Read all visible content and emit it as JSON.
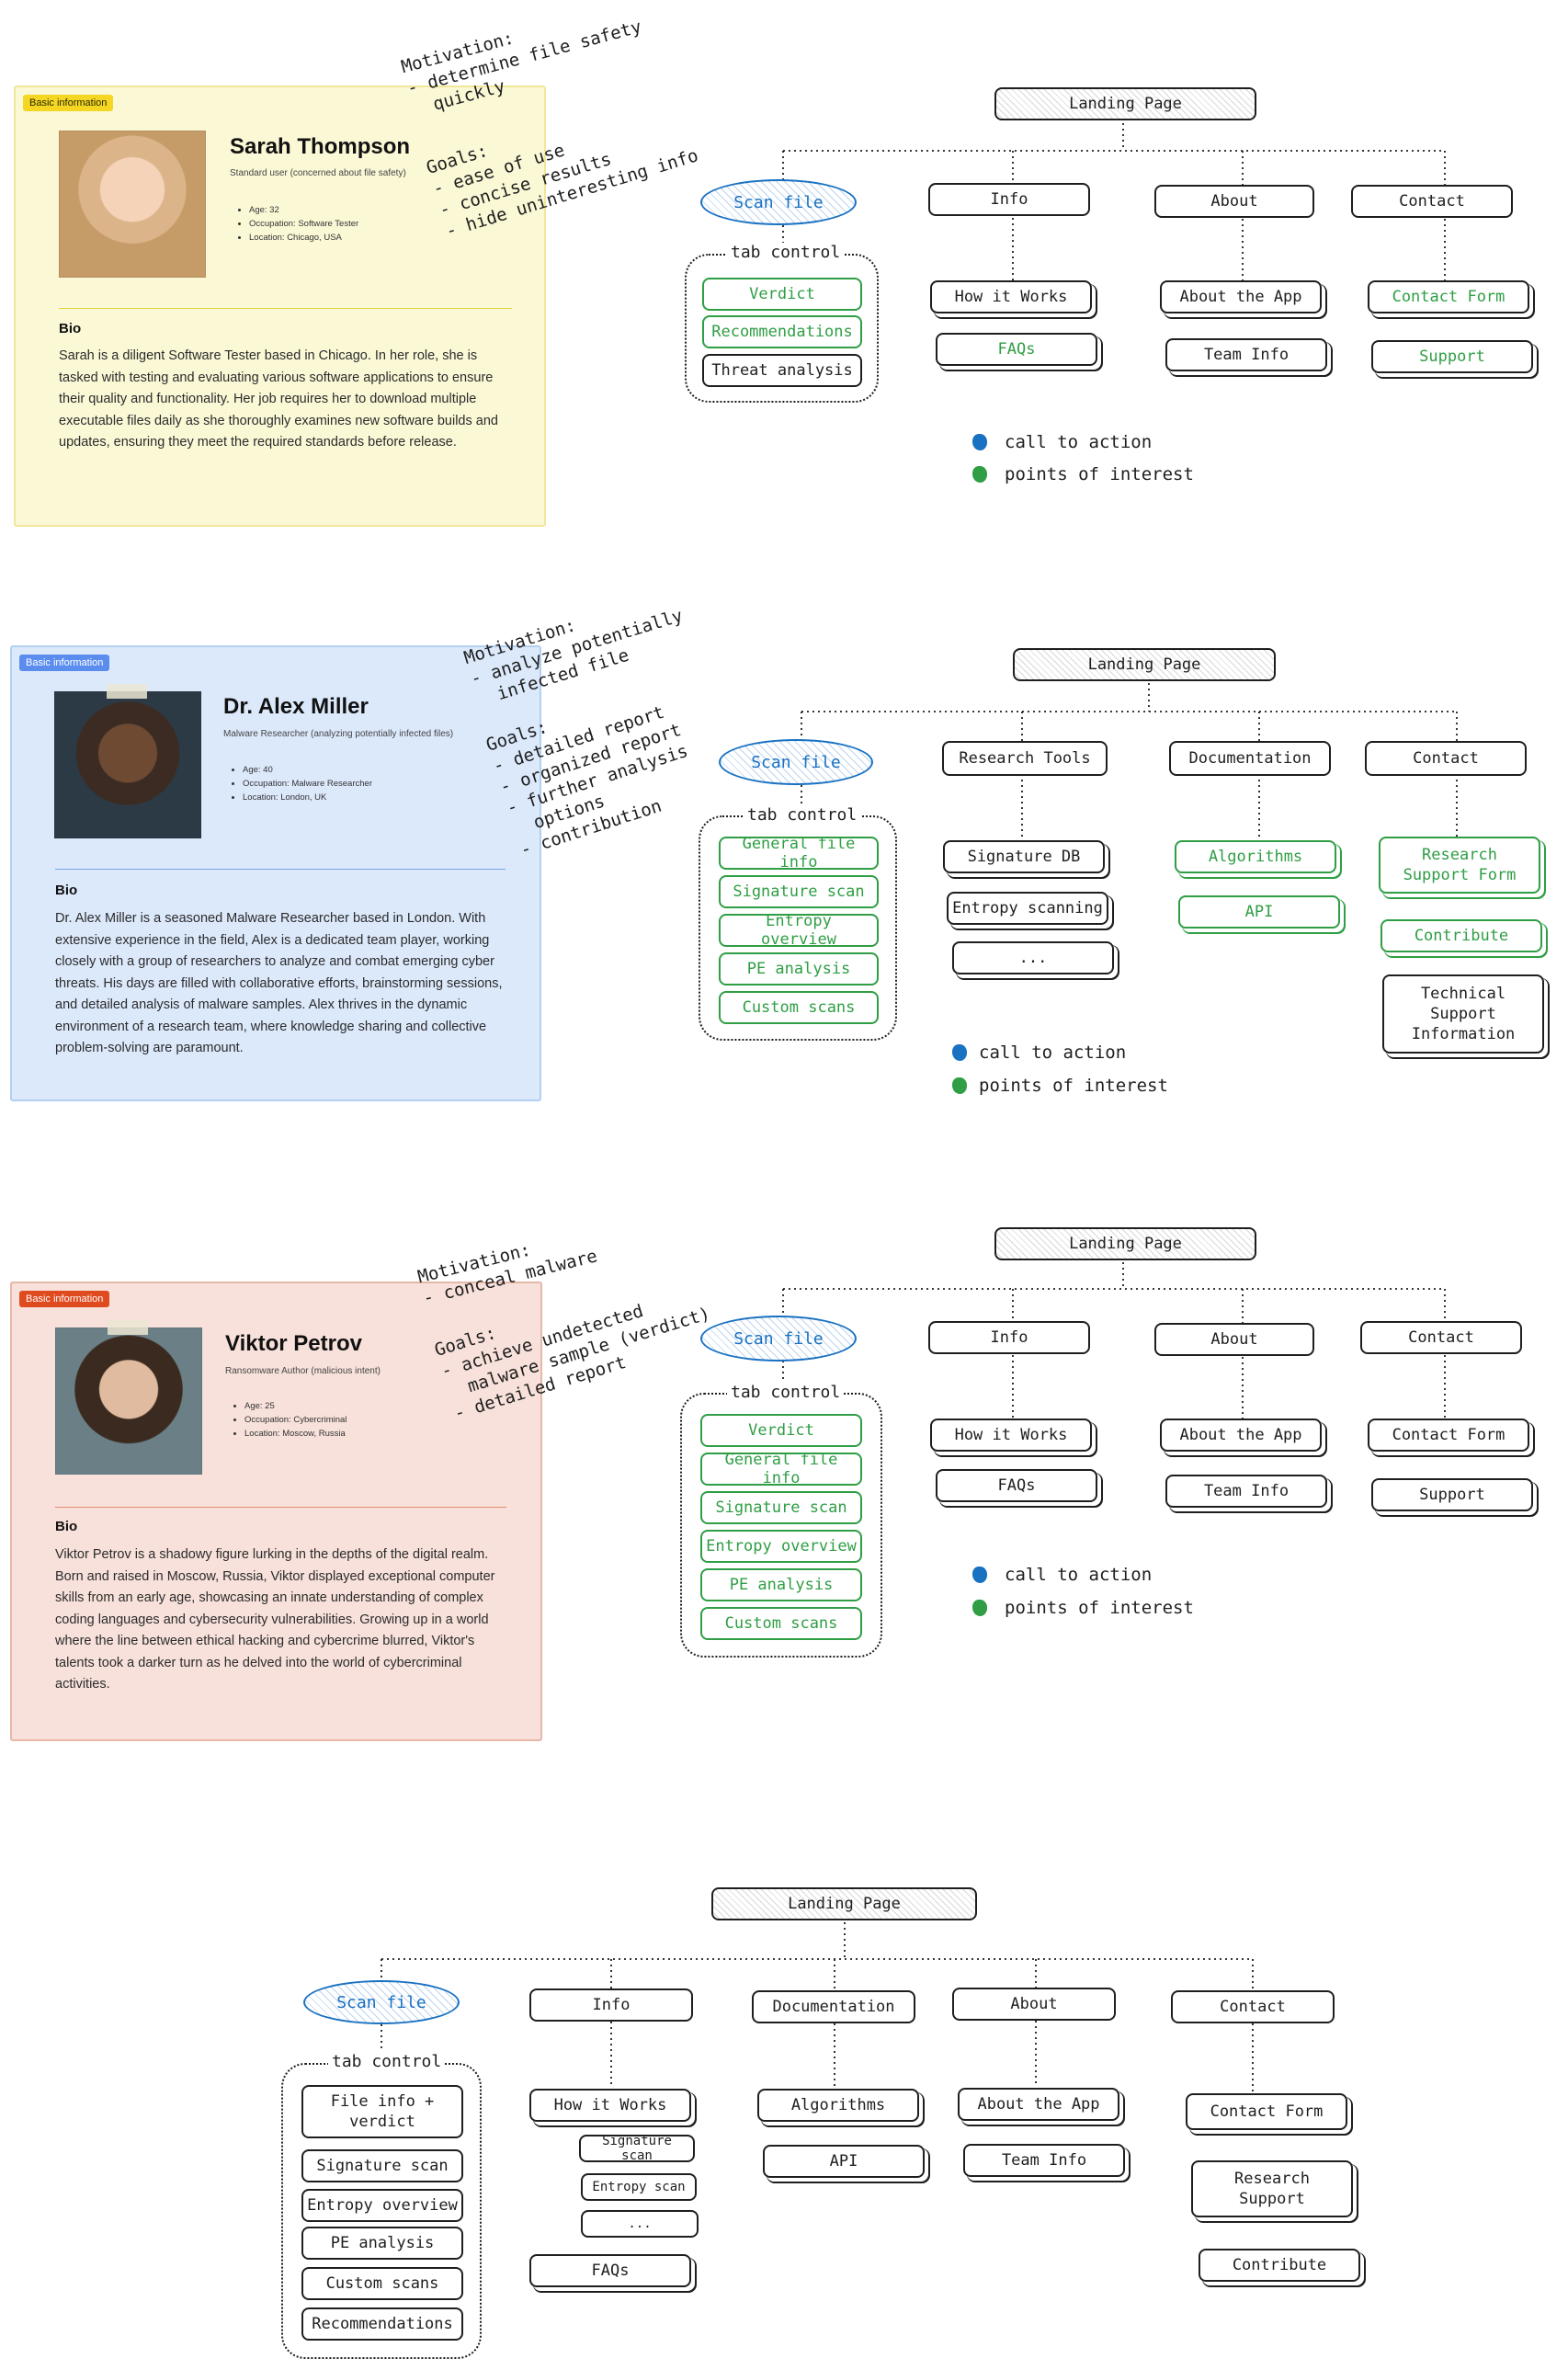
{
  "colors": {
    "call_to_action": "#1971c2",
    "point_of_interest": "#2f9e44",
    "yellow_card": "#fbf8d6",
    "blue_card": "#dce9fb",
    "red_card": "#f7e1da"
  },
  "personas": [
    {
      "badge": "Basic information",
      "name": "Sarah Thompson",
      "subtitle": "Standard user (concerned about file safety)",
      "details": [
        "Age: 32",
        "Occupation: Software Tester",
        "Location: Chicago, USA"
      ],
      "bio_heading": "Bio",
      "bio": "Sarah is a diligent Software Tester based in Chicago. In her role, she is tasked with testing and evaluating various software applications to ensure their quality and functionality. Her job requires her to download multiple executable files daily as she thoroughly examines new software builds and updates, ensuring they meet the required standards before release.",
      "motivation": "Motivation:\n- determine file safety\n  quickly",
      "goals": "Goals:\n- ease of use\n- concise results\n- hide uninteresting info"
    },
    {
      "badge": "Basic information",
      "name": "Dr. Alex Miller",
      "subtitle": "Malware Researcher (analyzing potentially infected files)",
      "details": [
        "Age: 40",
        "Occupation: Malware Researcher",
        "Location: London, UK"
      ],
      "bio_heading": "Bio",
      "bio": "Dr. Alex Miller is a seasoned Malware Researcher based in London. With extensive experience in the field, Alex is a dedicated team player, working closely with a group of researchers to analyze and combat emerging cyber threats. His days are filled with collaborative efforts, brainstorming sessions, and detailed analysis of malware samples. Alex thrives in the dynamic environment of a research team, where knowledge sharing and collective problem-solving are paramount.",
      "motivation": "Motivation:\n- analyze potentially\n  infected file",
      "goals": "Goals:\n- detailed report\n- organized report\n- further analysis\n  options\n- contribution"
    },
    {
      "badge": "Basic information",
      "name": "Viktor Petrov",
      "subtitle": "Ransomware Author (malicious intent)",
      "details": [
        "Age: 25",
        "Occupation: Cybercriminal",
        "Location: Moscow, Russia"
      ],
      "bio_heading": "Bio",
      "bio": "Viktor Petrov is a shadowy figure lurking in the depths of the digital realm. Born and raised in Moscow, Russia, Viktor displayed exceptional computer skills from an early age, showcasing an innate understanding of complex coding languages and cybersecurity vulnerabilities. Growing up in a world where the line between ethical hacking and cybercrime blurred, Viktor's talents took a darker turn as he delved into the world of cybercriminal activities.",
      "motivation": "Motivation:\n- conceal malware",
      "goals": "Goals:\n- achieve undetected\n  malware sample (verdict)\n- detailed report"
    }
  ],
  "sitemaps": [
    {
      "landing": "Landing Page",
      "scan": "Scan file",
      "tab_control": "tab control",
      "tabs": [
        "Verdict",
        "Recommendations",
        "Threat analysis"
      ],
      "nav": [
        {
          "label": "Info",
          "children": [
            "How it Works",
            "FAQs"
          ]
        },
        {
          "label": "About",
          "children": [
            "About the App",
            "Team Info"
          ]
        },
        {
          "label": "Contact",
          "children": [
            "Contact Form",
            "Support"
          ]
        }
      ],
      "legend": [
        "call to action",
        "points of interest"
      ]
    },
    {
      "landing": "Landing Page",
      "scan": "Scan file",
      "tab_control": "tab control",
      "tabs": [
        "General file info",
        "Signature scan",
        "Entropy overview",
        "PE analysis",
        "Custom scans"
      ],
      "nav": [
        {
          "label": "Research Tools",
          "children": [
            "Signature DB",
            "Entropy scanning",
            "..."
          ]
        },
        {
          "label": "Documentation",
          "children": [
            "Algorithms",
            "API"
          ]
        },
        {
          "label": "Contact",
          "children": [
            "Research\nSupport Form",
            "Contribute",
            "Technical\nSupport\nInformation"
          ]
        }
      ],
      "legend": [
        "call to action",
        "points of interest"
      ]
    },
    {
      "landing": "Landing Page",
      "scan": "Scan file",
      "tab_control": "tab control",
      "tabs": [
        "Verdict",
        "General file info",
        "Signature scan",
        "Entropy overview",
        "PE analysis",
        "Custom scans"
      ],
      "nav": [
        {
          "label": "Info",
          "children": [
            "How it Works",
            "FAQs"
          ]
        },
        {
          "label": "About",
          "children": [
            "About the App",
            "Team Info"
          ]
        },
        {
          "label": "Contact",
          "children": [
            "Contact Form",
            "Support"
          ]
        }
      ],
      "legend": [
        "call to action",
        "points of interest"
      ]
    },
    {
      "landing": "Landing Page",
      "scan": "Scan file",
      "tab_control": "tab control",
      "tabs": [
        "File info +\nverdict",
        "Signature scan",
        "Entropy overview",
        "PE analysis",
        "Custom scans",
        "Recommendations"
      ],
      "nav": [
        {
          "label": "Info",
          "children": [
            "How it Works",
            "Signature scan",
            "Entropy scan",
            "...",
            "FAQs"
          ]
        },
        {
          "label": "Documentation",
          "children": [
            "Algorithms",
            "API"
          ]
        },
        {
          "label": "About",
          "children": [
            "About the App",
            "Team Info"
          ]
        },
        {
          "label": "Contact",
          "children": [
            "Contact Form",
            "Research\nSupport",
            "Contribute"
          ]
        }
      ]
    }
  ]
}
